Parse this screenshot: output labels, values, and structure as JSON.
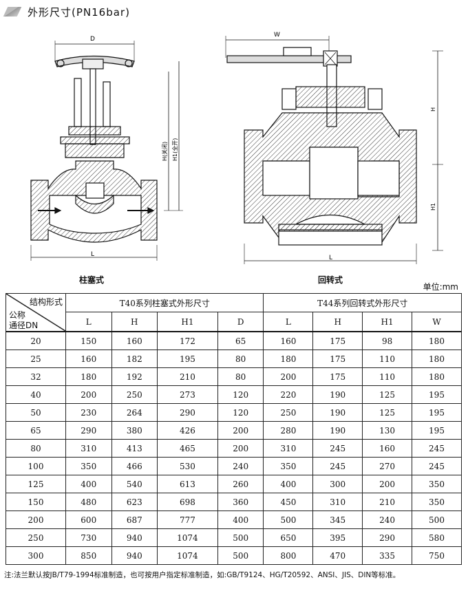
{
  "header": {
    "title": "外形尺寸(PN16bar)"
  },
  "figures": {
    "left_caption": "柱塞式",
    "right_caption": "回转式",
    "dim_labels": {
      "D": "D",
      "W": "W",
      "H_closed": "H(关闭)",
      "H1_open": "H1(全开)",
      "L": "L",
      "H": "H",
      "H1": "H1"
    }
  },
  "unit": "单位:mm",
  "table": {
    "corner": {
      "top": "结构形式",
      "bottom1": "公称",
      "bottom2": "通径DN"
    },
    "group1": "T40系列柱塞式外形尺寸",
    "group2": "T44系列回转式外形尺寸",
    "cols1": [
      "L",
      "H",
      "H1",
      "D"
    ],
    "cols2": [
      "L",
      "H",
      "H1",
      "W"
    ],
    "rows": [
      [
        "20",
        "150",
        "160",
        "172",
        "65",
        "160",
        "175",
        "98",
        "180"
      ],
      [
        "25",
        "160",
        "182",
        "195",
        "80",
        "180",
        "175",
        "110",
        "180"
      ],
      [
        "32",
        "180",
        "192",
        "210",
        "80",
        "200",
        "175",
        "110",
        "180"
      ],
      [
        "40",
        "200",
        "250",
        "273",
        "120",
        "220",
        "190",
        "125",
        "195"
      ],
      [
        "50",
        "230",
        "264",
        "290",
        "120",
        "250",
        "190",
        "125",
        "195"
      ],
      [
        "65",
        "290",
        "380",
        "426",
        "200",
        "280",
        "190",
        "130",
        "195"
      ],
      [
        "80",
        "310",
        "413",
        "465",
        "200",
        "310",
        "245",
        "160",
        "245"
      ],
      [
        "100",
        "350",
        "466",
        "530",
        "240",
        "350",
        "245",
        "270",
        "245"
      ],
      [
        "125",
        "400",
        "540",
        "613",
        "260",
        "400",
        "300",
        "200",
        "350"
      ],
      [
        "150",
        "480",
        "623",
        "698",
        "360",
        "450",
        "310",
        "210",
        "350"
      ],
      [
        "200",
        "600",
        "687",
        "777",
        "400",
        "500",
        "345",
        "240",
        "500"
      ],
      [
        "250",
        "730",
        "940",
        "1074",
        "500",
        "650",
        "395",
        "290",
        "580"
      ],
      [
        "300",
        "850",
        "940",
        "1074",
        "500",
        "800",
        "470",
        "335",
        "750"
      ]
    ]
  },
  "note": "注:法兰默认按JB/T79-1994标准制造，也可按用户指定标准制造，如:GB/T9124、HG/T20592、ANSI、JIS、DIN等标准。",
  "colors": {
    "hatch": "#333",
    "watermark": "#ffe850"
  }
}
